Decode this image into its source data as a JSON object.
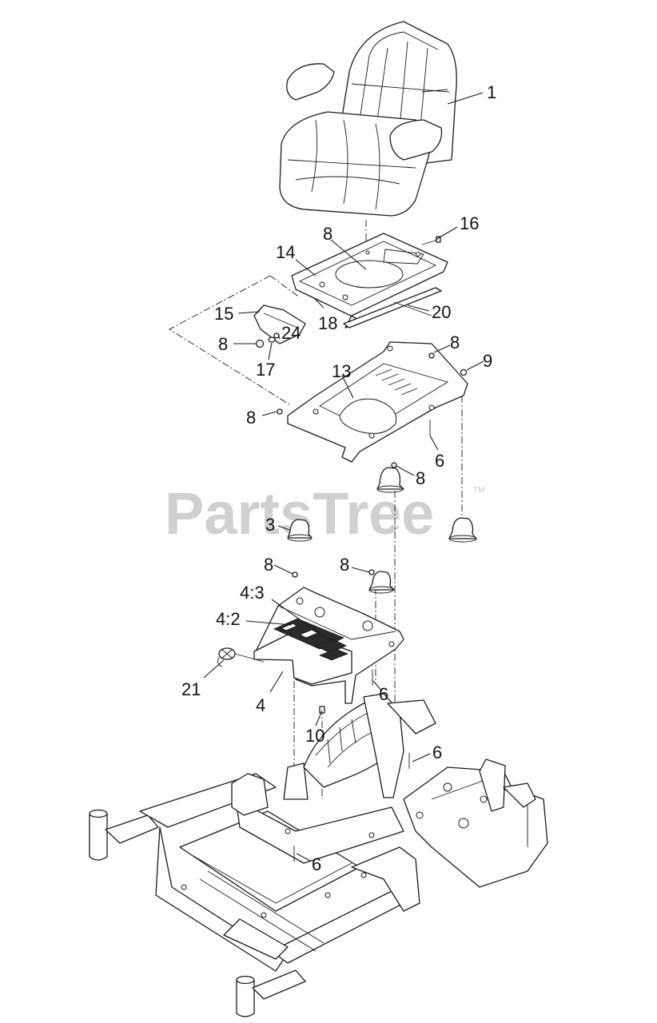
{
  "watermark": {
    "text": "PartsTree",
    "trademark": "TM",
    "color": "#c8c8c8"
  },
  "callouts": [
    {
      "id": "c1",
      "label": "1"
    },
    {
      "id": "c16",
      "label": "16"
    },
    {
      "id": "c8a",
      "label": "8"
    },
    {
      "id": "c14",
      "label": "14"
    },
    {
      "id": "c15",
      "label": "15"
    },
    {
      "id": "c18",
      "label": "18"
    },
    {
      "id": "c20",
      "label": "20"
    },
    {
      "id": "c8b",
      "label": "8"
    },
    {
      "id": "c24",
      "label": "24"
    },
    {
      "id": "c17",
      "label": "17"
    },
    {
      "id": "c8c",
      "label": "8"
    },
    {
      "id": "c9",
      "label": "9"
    },
    {
      "id": "c13",
      "label": "13"
    },
    {
      "id": "c8d",
      "label": "8"
    },
    {
      "id": "c6a",
      "label": "6"
    },
    {
      "id": "c8e",
      "label": "8"
    },
    {
      "id": "c3",
      "label": "3"
    },
    {
      "id": "c8f",
      "label": "8"
    },
    {
      "id": "c8g",
      "label": "8"
    },
    {
      "id": "c43",
      "label": "4:3"
    },
    {
      "id": "c42",
      "label": "4:2"
    },
    {
      "id": "c21",
      "label": "21"
    },
    {
      "id": "c4",
      "label": "4"
    },
    {
      "id": "c6b",
      "label": "6"
    },
    {
      "id": "c10",
      "label": "10"
    },
    {
      "id": "c6c",
      "label": "6"
    },
    {
      "id": "c6d",
      "label": "6"
    }
  ]
}
